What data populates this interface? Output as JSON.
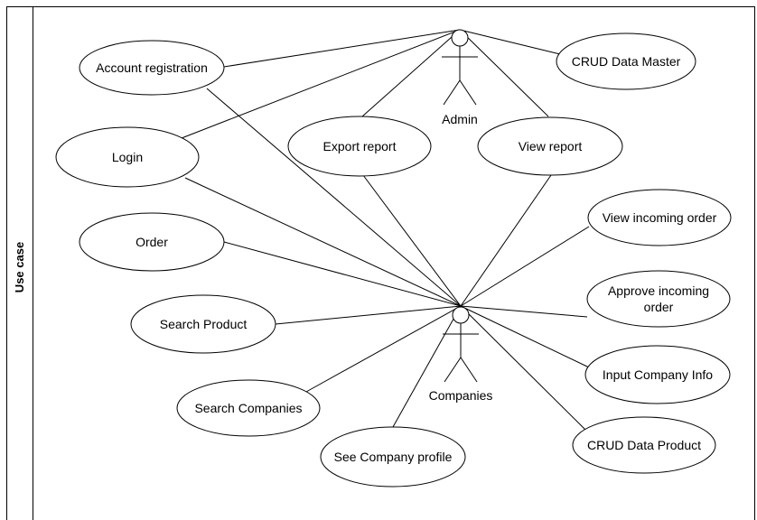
{
  "pool": {
    "label": "Use case"
  },
  "actors": {
    "admin": {
      "label": "Admin"
    },
    "companies": {
      "label": "Companies"
    }
  },
  "use_cases": {
    "account_registration": [
      "Account registration"
    ],
    "crud_data_master": [
      "CRUD Data Master"
    ],
    "login": [
      "Login"
    ],
    "export_report": [
      "Export report"
    ],
    "view_report": [
      "View report"
    ],
    "order": [
      "Order"
    ],
    "view_incoming_order": [
      "View incoming order"
    ],
    "search_product": [
      "Search Product"
    ],
    "approve_incoming_order": [
      "Approve incoming",
      "order"
    ],
    "search_companies": [
      "Search Companies"
    ],
    "input_company_info": [
      "Input Company Info"
    ],
    "see_company_profile": [
      "See Company profile"
    ],
    "crud_data_product": [
      "CRUD Data Product"
    ]
  },
  "associations": [
    {
      "actor": "admin",
      "use_case": "account_registration"
    },
    {
      "actor": "admin",
      "use_case": "login"
    },
    {
      "actor": "admin",
      "use_case": "export_report"
    },
    {
      "actor": "admin",
      "use_case": "view_report"
    },
    {
      "actor": "admin",
      "use_case": "crud_data_master"
    },
    {
      "actor": "companies",
      "use_case": "account_registration"
    },
    {
      "actor": "companies",
      "use_case": "login"
    },
    {
      "actor": "companies",
      "use_case": "order"
    },
    {
      "actor": "companies",
      "use_case": "search_product"
    },
    {
      "actor": "companies",
      "use_case": "search_companies"
    },
    {
      "actor": "companies",
      "use_case": "see_company_profile"
    },
    {
      "actor": "companies",
      "use_case": "export_report"
    },
    {
      "actor": "companies",
      "use_case": "view_report"
    },
    {
      "actor": "companies",
      "use_case": "view_incoming_order"
    },
    {
      "actor": "companies",
      "use_case": "approve_incoming_order"
    },
    {
      "actor": "companies",
      "use_case": "input_company_info"
    },
    {
      "actor": "companies",
      "use_case": "crud_data_product"
    }
  ]
}
